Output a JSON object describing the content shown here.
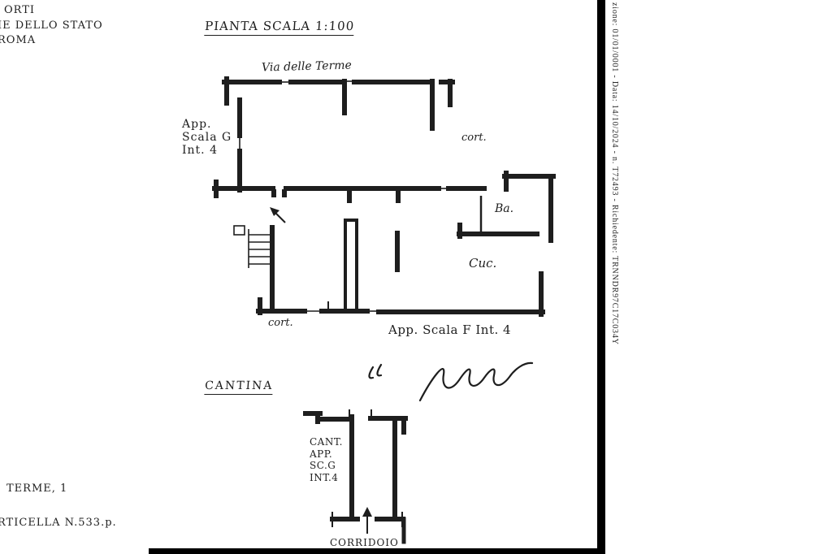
{
  "document": {
    "plan_title": "PIANTA SCALA 1:100",
    "cantina_title": "CANTINA"
  },
  "left_margin": {
    "line1": "ORTI",
    "line2": "IE DELLO STATO",
    "line3": "ROMA",
    "bottom_line1": "TERME, 1",
    "bottom_line2": "RTICELLA N.533.p."
  },
  "upper_plan": {
    "street_label": "Via delle Terme",
    "apartment_left": {
      "line1": "App.",
      "line2": "Scala G",
      "line3": "Int. 4"
    },
    "courtyard_top": "cort.",
    "bathroom": "Ba.",
    "kitchen": "Cuc.",
    "courtyard_bottom": "cort.",
    "apartment_caption": "App. Scala F  Int. 4"
  },
  "lower_plan": {
    "line1": "CANT.",
    "line2": "APP.",
    "line3": "SC.G",
    "line4": "INT.4",
    "corridor_label": "CORRIDOIO"
  },
  "right_margin": {
    "vertical_text": "zione: 01/01/0001 - Data: 14/10/2024 - n. T72493 - Richiedente: TRNNDR97C17C034Y"
  },
  "colors": {
    "ink": "#1e1e1e",
    "scan_black": "#000000",
    "paper": "#ffffff"
  }
}
